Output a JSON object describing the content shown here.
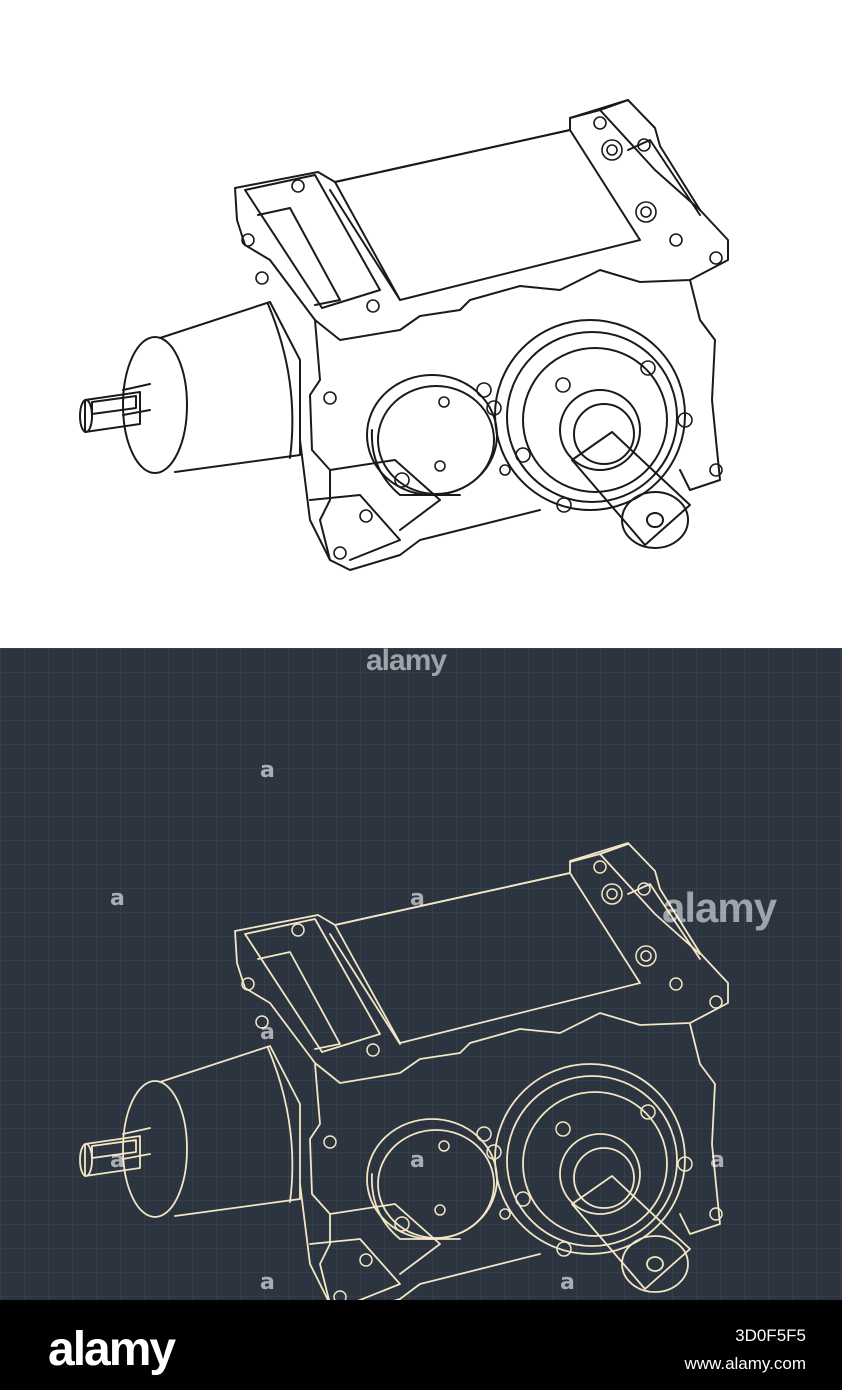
{
  "watermark": {
    "word": "alamy",
    "letter": "a"
  },
  "footer": {
    "logo": "alamy",
    "image_id": "3D0F5F5",
    "site": "www.alamy.com"
  },
  "colors": {
    "top_line": "#1a1a1a",
    "blueprint_bg": "#2c3440",
    "blueprint_line": "#f2e6c4",
    "footer_bg": "#000000"
  }
}
